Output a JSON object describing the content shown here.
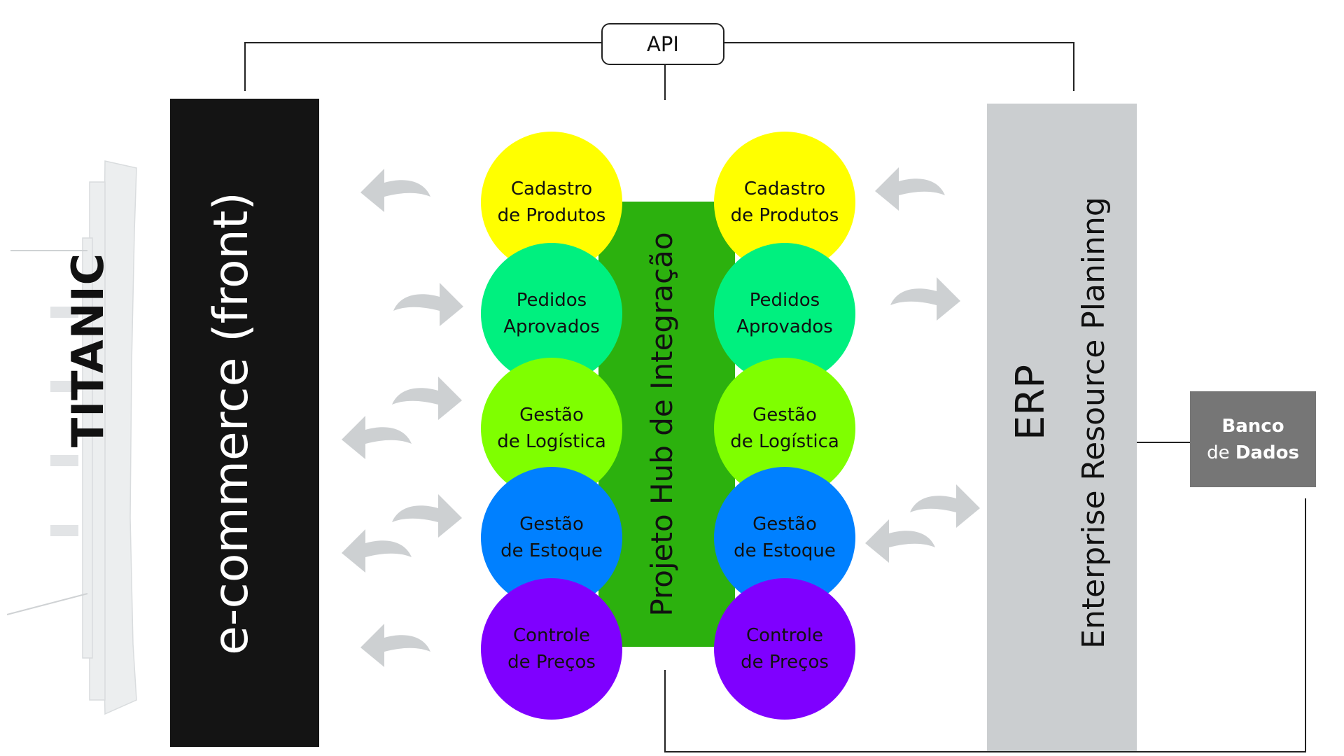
{
  "api_label": "API",
  "ship": {
    "name": "TITANIC"
  },
  "ecommerce": {
    "label": "e-commerce (front)",
    "color": "#141414"
  },
  "hub": {
    "label": "Projeto Hub de Integração",
    "color": "#2cb10e"
  },
  "modules_left": [
    {
      "text": "Cadastro\nde Produtos",
      "color": "#ffff00"
    },
    {
      "text": "Pedidos\nAprovados",
      "color": "#00f07f"
    },
    {
      "text": "Gestão\nde Logística",
      "color": "#7fff00"
    },
    {
      "text": "Gestão\nde Estoque",
      "color": "#0080ff"
    },
    {
      "text": "Controle\nde Preços",
      "color": "#7f00ff"
    }
  ],
  "modules_right": [
    {
      "text": "Cadastro\nde Produtos",
      "color": "#ffff00"
    },
    {
      "text": "Pedidos\nAprovados",
      "color": "#00f07f"
    },
    {
      "text": "Gestão\nde Logística",
      "color": "#7fff00"
    },
    {
      "text": "Gestão\nde Estoque",
      "color": "#0080ff"
    },
    {
      "text": "Controle\nde Preços",
      "color": "#7f00ff"
    }
  ],
  "erp": {
    "title": "ERP",
    "subtitle": "Enterprise Resource Planinng",
    "color": "#cbced0"
  },
  "database": {
    "line1": "Banco",
    "line2_prefix": "de ",
    "line2_bold": "Dados",
    "color": "#767676"
  },
  "arrow_color": "#cdd0d2"
}
